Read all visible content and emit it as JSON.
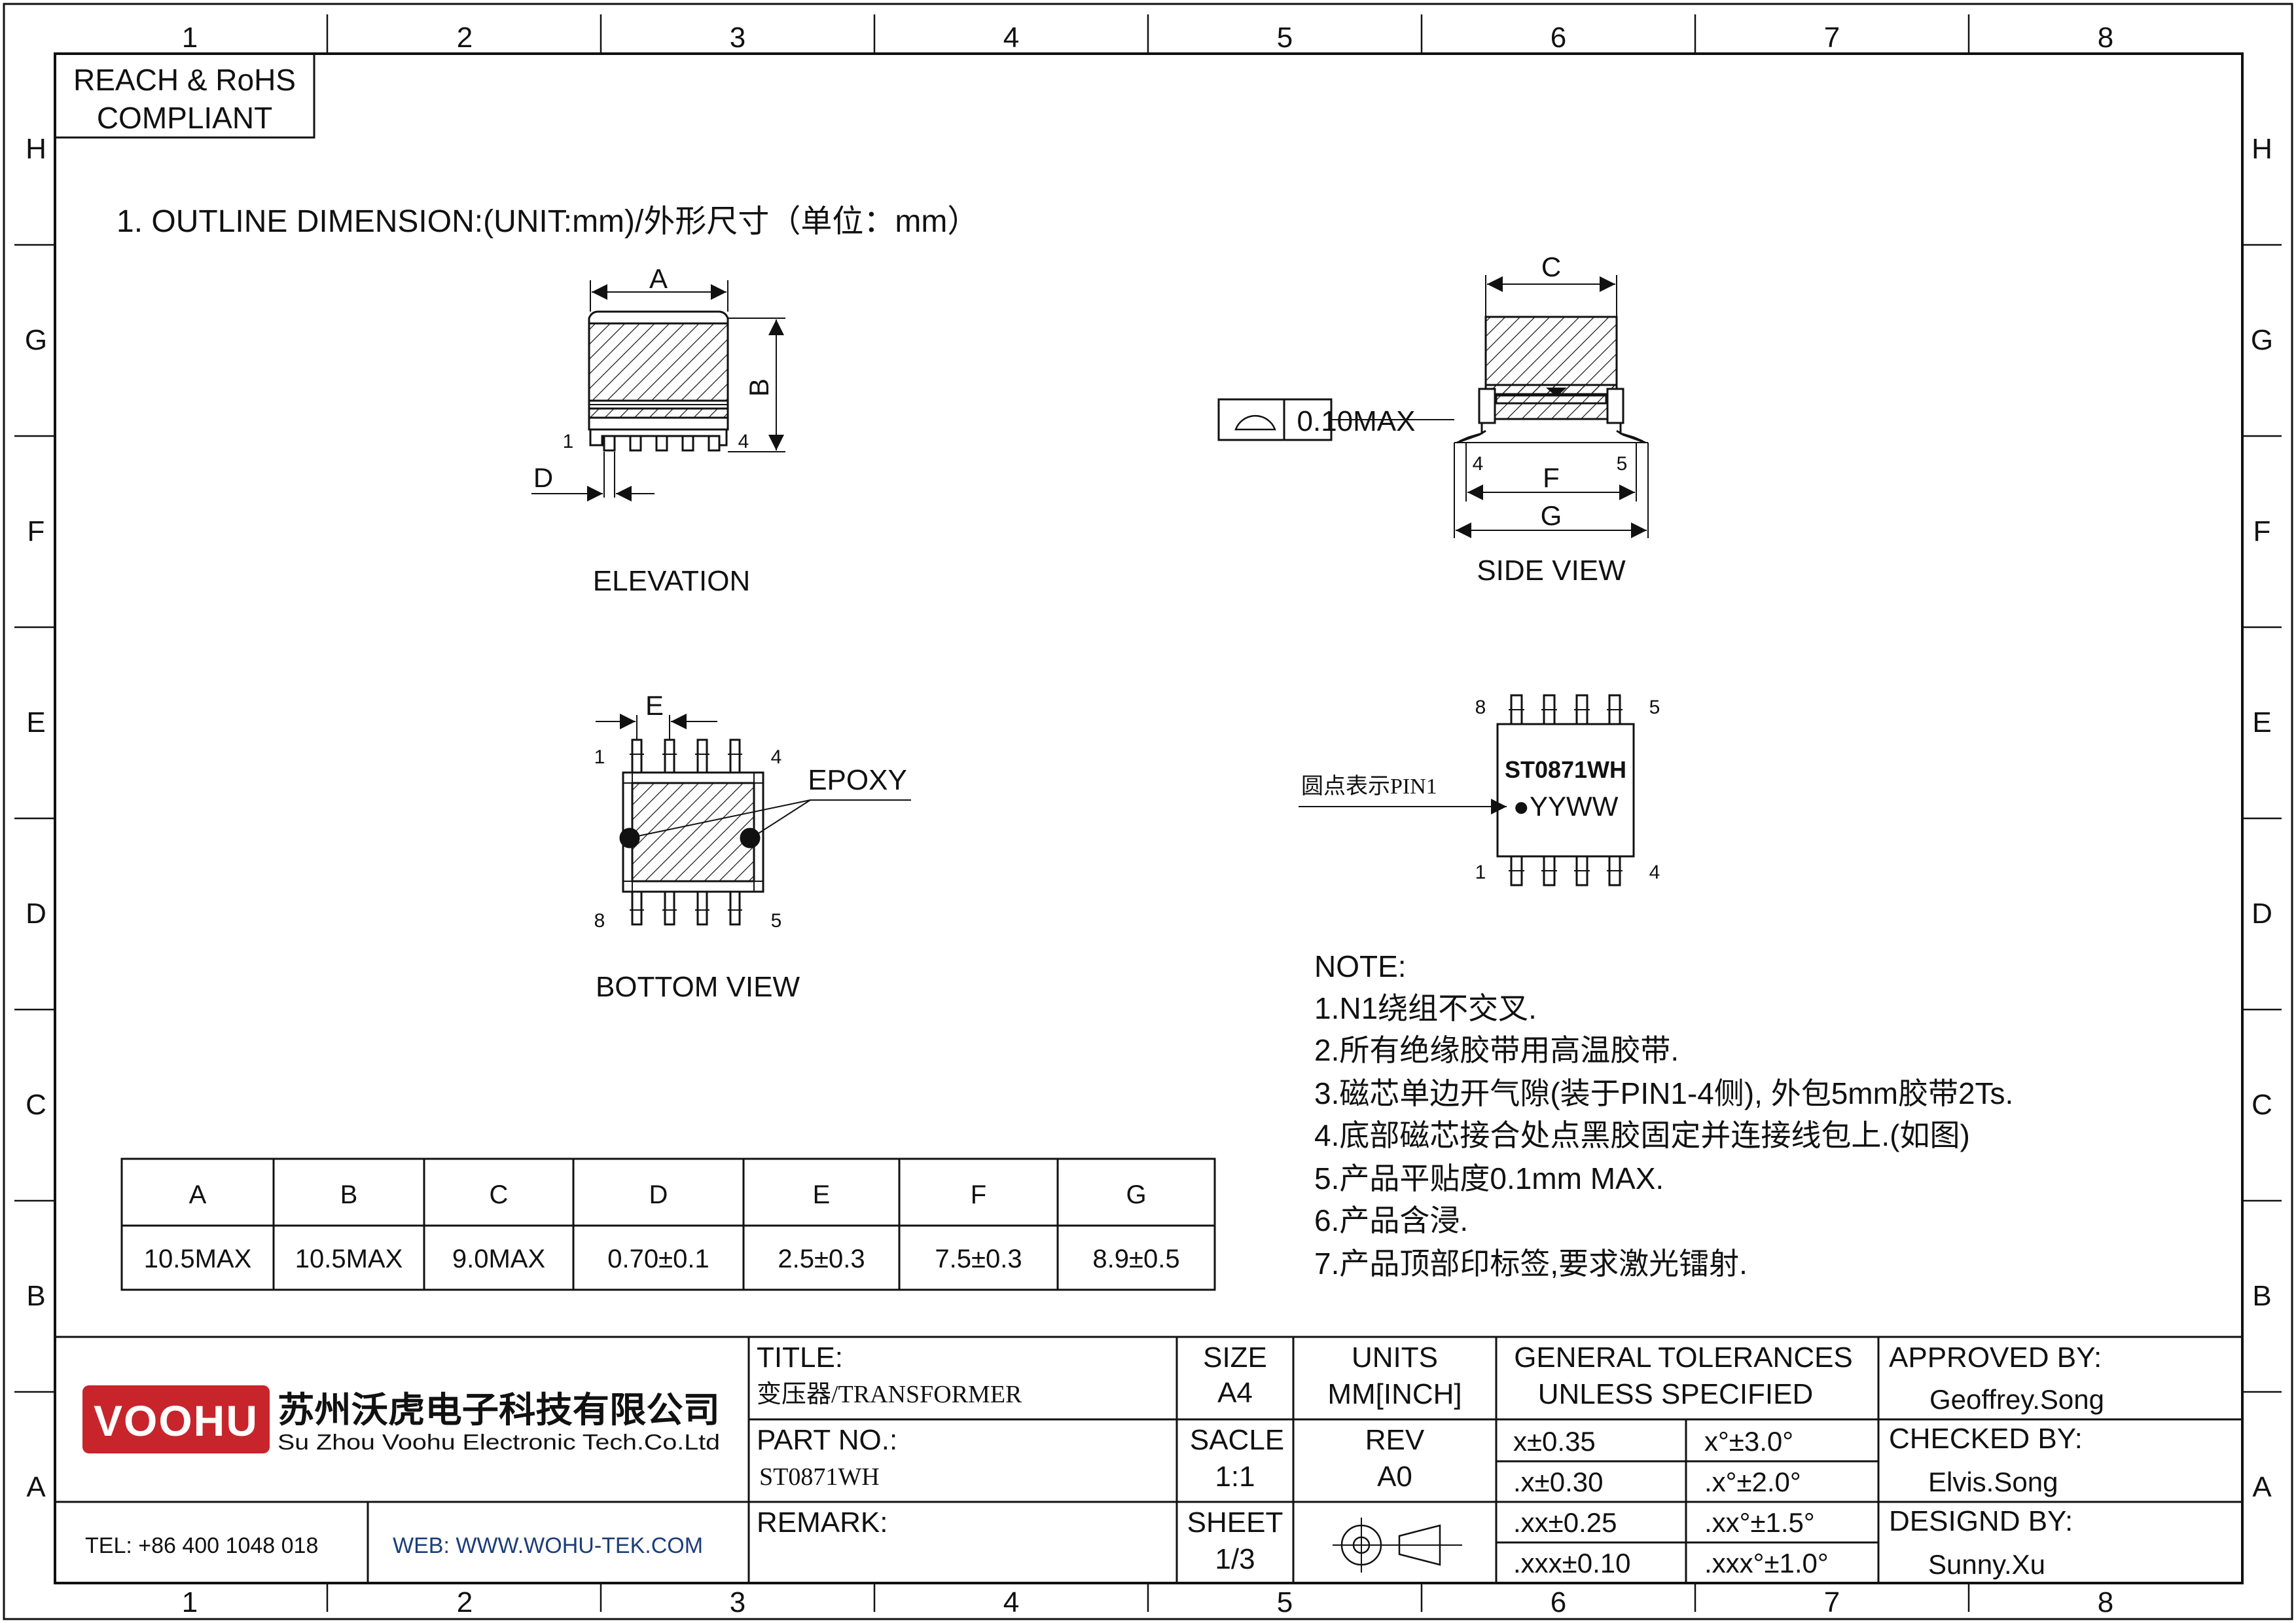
{
  "frame": {
    "columns": [
      "1",
      "2",
      "3",
      "4",
      "5",
      "6",
      "7",
      "8"
    ],
    "rows": [
      "H",
      "G",
      "F",
      "E",
      "D",
      "C",
      "B",
      "A"
    ]
  },
  "compliance": {
    "line1": "REACH & RoHS",
    "line2": "COMPLIANT"
  },
  "section_title": "1. OUTLINE DIMENSION:(UNIT:mm)/外形尺寸（单位：mm）",
  "elevation": {
    "label": "ELEVATION",
    "dim_a": "A",
    "dim_b": "B",
    "dim_d": "D",
    "pin_left": "1",
    "pin_right": "4"
  },
  "side_view": {
    "label": "SIDE VIEW",
    "dim_c": "C",
    "dim_f": "F",
    "dim_g": "G",
    "flatness": "0.10MAX",
    "pin_left": "4",
    "pin_right": "5"
  },
  "bottom_view": {
    "label": "BOTTOM VIEW",
    "dim_e": "E",
    "epoxy": "EPOXY",
    "pin_tl": "1",
    "pin_tr": "4",
    "pin_bl": "8",
    "pin_br": "5"
  },
  "top_view": {
    "part_mark": "ST0871WH",
    "date_code": "●YYWW",
    "pin1_note": "圆点表示PIN1",
    "pin_tl": "8",
    "pin_tr": "5",
    "pin_bl": "1",
    "pin_br": "4"
  },
  "dimensions_table": {
    "headers": [
      "A",
      "B",
      "C",
      "D",
      "E",
      "F",
      "G"
    ],
    "values": [
      "10.5MAX",
      "10.5MAX",
      "9.0MAX",
      "0.70±0.1",
      "2.5±0.3",
      "7.5±0.3",
      "8.9±0.5"
    ]
  },
  "notes": {
    "title": "NOTE:",
    "items": [
      "1.N1绕组不交叉.",
      "2.所有绝缘胶带用高温胶带.",
      "3.磁芯单边开气隙(装于PIN1-4侧), 外包5mm胶带2Ts.",
      "4.底部磁芯接合处点黑胶固定并连接线包上.(如图)",
      "5.产品平贴度0.1mm MAX.",
      "6.产品含浸.",
      "7.产品顶部印标签,要求激光镭射."
    ]
  },
  "title_block": {
    "logo": "VOOHU",
    "company_cn": "苏州沃虎电子科技有限公司",
    "company_en": "Su Zhou Voohu Electronic Tech.Co.Ltd",
    "tel": "TEL: +86 400 1048 018",
    "web": "WEB: WWW.WOHU-TEK.COM",
    "title_label": "TITLE:",
    "title_value": "变压器/TRANSFORMER",
    "part_label": "PART NO.:",
    "part_value": "ST0871WH",
    "remark_label": "REMARK:",
    "size_label": "SIZE",
    "size_value": "A4",
    "units_label": "UNITS",
    "units_value": "MM[INCH]",
    "scale_label": "SACLE",
    "scale_value": "1:1",
    "rev_label": "REV",
    "rev_value": "A0",
    "sheet_label": "SHEET",
    "sheet_value": "1/3",
    "tol_title1": "GENERAL TOLERANCES",
    "tol_title2": "UNLESS SPECIFIED",
    "tolerances": [
      [
        "x±0.35",
        "x°±3.0°"
      ],
      [
        ".x±0.30",
        ".x°±2.0°"
      ],
      [
        ".xx±0.25",
        ".xx°±1.5°"
      ],
      [
        ".xxx±0.10",
        ".xxx°±1.0°"
      ]
    ],
    "approved_label": "APPROVED BY:",
    "approved_value": "Geoffrey.Song",
    "checked_label": "CHECKED BY:",
    "checked_value": "Elvis.Song",
    "designed_label": "DESIGND BY:",
    "designed_value": "Sunny.Xu"
  },
  "colors": {
    "logo_red": "#c8242b",
    "ink": "#111111",
    "web_blue": "#1b3d7a"
  }
}
